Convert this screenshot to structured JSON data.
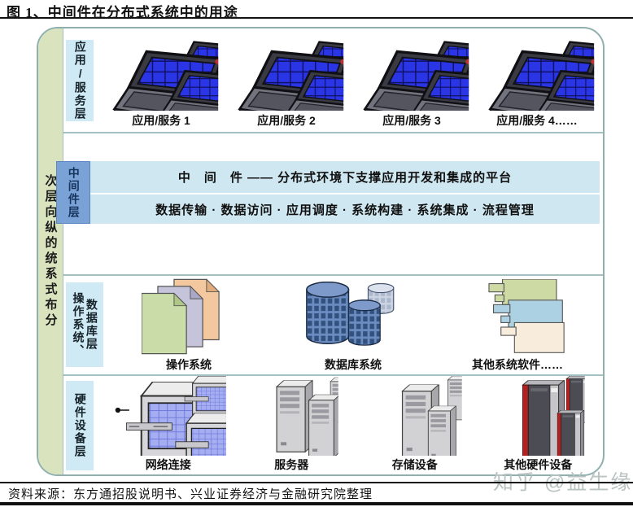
{
  "title": "图 1、中间件在分布式系统中的用途",
  "diagram": {
    "side_label": "分布式系统的纵向层次",
    "app_layer": {
      "label": "应用/服务层",
      "groups": [
        "应用/服务 1",
        "应用/服务 2",
        "应用/服务 3",
        "应用/服务 4……"
      ]
    },
    "middleware_layer": {
      "label": "中间件层",
      "headline": "中　间　件 —— 分布式环境下支撑应用开发和集成的平台",
      "functions": "数据传输 · 数据访问 · 应用调度 · 系统构建 · 系统集成 · 流程管理"
    },
    "os_db_layer": {
      "label_left": "操作系统、",
      "label_right": "数据库层",
      "items": [
        "操作系统",
        "数据库系统",
        "其他系统软件……"
      ]
    },
    "hardware_layer": {
      "label": "硬件设备层",
      "items": [
        "网络连接",
        "服务器",
        "存储设备",
        "其他硬件设备"
      ]
    }
  },
  "footer": {
    "source": "资料来源：东方通招股说明书、兴业证券经济与金融研究院整理"
  },
  "watermark": "知乎 @益生缘",
  "colors": {
    "outer_border": "#8fb0ae",
    "side_strip": "#d9e4bf",
    "layer_chip": "#cfeaf4",
    "middleware_chip": "#7aa2d6",
    "middleware_band": "#cfe7f0",
    "laptop_screen": "#2a35e6",
    "mainframe_stripe": "#b22222",
    "rule": "#111111"
  }
}
